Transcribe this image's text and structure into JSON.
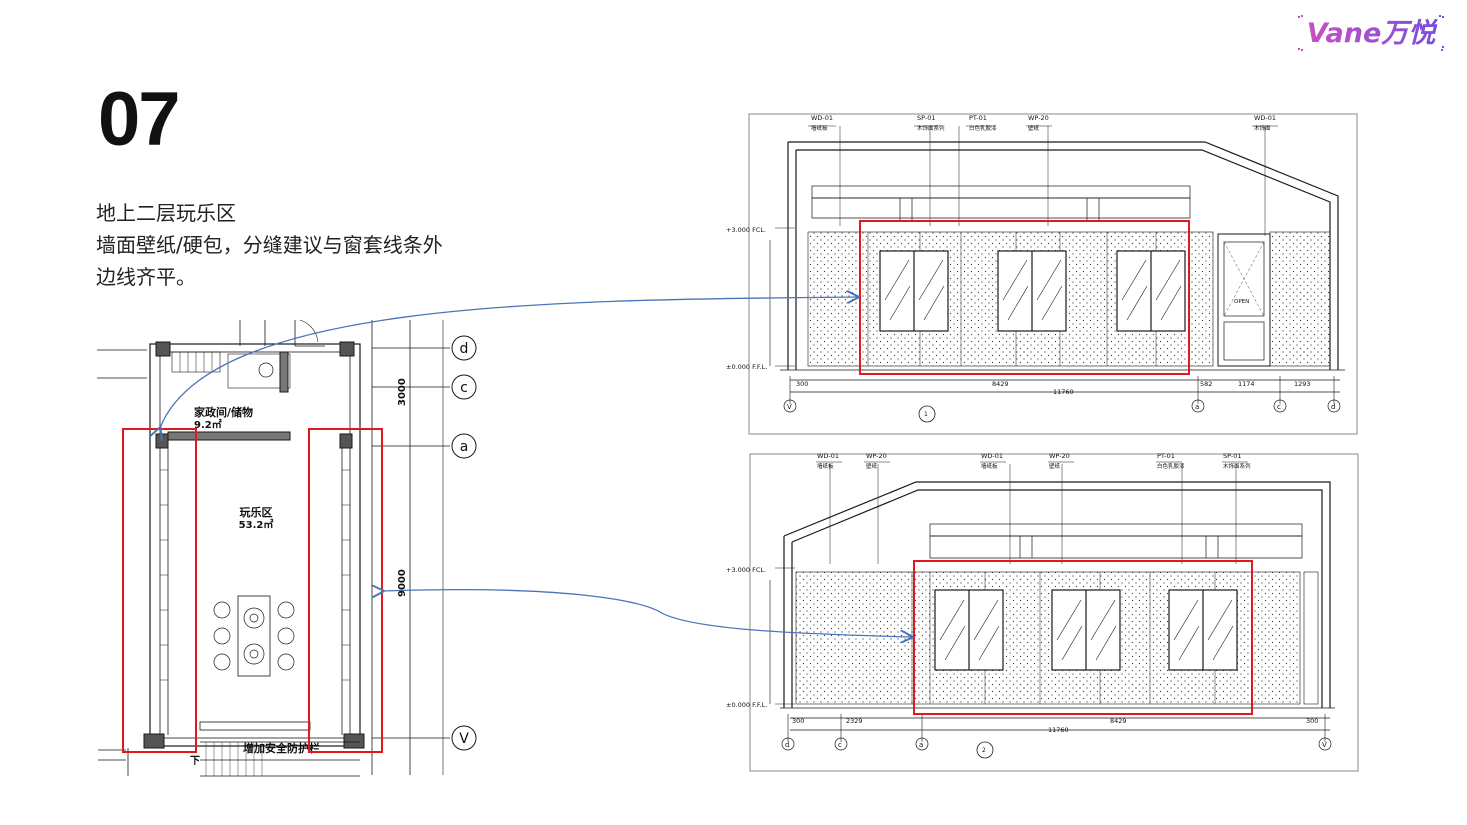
{
  "brand": {
    "logo_text": "Vane万悦",
    "accent": "#c850c0",
    "accent2": "#7a4ee0"
  },
  "slide": {
    "number": "07",
    "desc": [
      "地上二层玩乐区",
      "墙面壁纸/硬包，分缝建议与窗套线条外",
      "边线齐平。"
    ]
  },
  "colors": {
    "highlight": "#e0191e",
    "arrow": "#4a74b8",
    "line": "#1a1a1a"
  },
  "plan": {
    "room_storage": "家政间/储物",
    "room_storage_area": "9.2㎡",
    "room_play": "玩乐区",
    "room_play_area": "53.2㎡",
    "railing_note": "增加安全防护栏",
    "down_mark": "下",
    "axes": [
      "d",
      "c",
      "a",
      "V"
    ],
    "dims": [
      "3000",
      "9000"
    ]
  },
  "elev_top": {
    "tags": [
      "WD-01",
      "SP-01",
      "PT-01",
      "WP-20",
      "WD-01"
    ],
    "tag_notes": [
      "墙纸板",
      "木饰面系列",
      "白色乳胶漆",
      "壁纸",
      "木饰面"
    ],
    "levels": [
      "+3.000 FCL.",
      "±0.000 F.F.L."
    ],
    "dims": [
      "300",
      "8429",
      "582",
      "1174",
      "1293"
    ],
    "total": "11760",
    "axes": [
      "V",
      "a",
      "c",
      "d"
    ],
    "door_label": "OPEN",
    "section_mark": "1"
  },
  "elev_bottom": {
    "tags": [
      "WD-01",
      "WP-20",
      "WD-01",
      "WP-20",
      "PT-01",
      "SP-01"
    ],
    "tag_notes": [
      "墙纸板",
      "壁纸",
      "墙纸板",
      "壁纸",
      "白色乳胶漆",
      "木饰面系列"
    ],
    "levels": [
      "+3.000 FCL.",
      "±0.000 F.F.L."
    ],
    "dims": [
      "300",
      "2329",
      "8429",
      "300"
    ],
    "total": "11760",
    "axes": [
      "d",
      "c",
      "a",
      "V"
    ],
    "section_mark": "2"
  }
}
